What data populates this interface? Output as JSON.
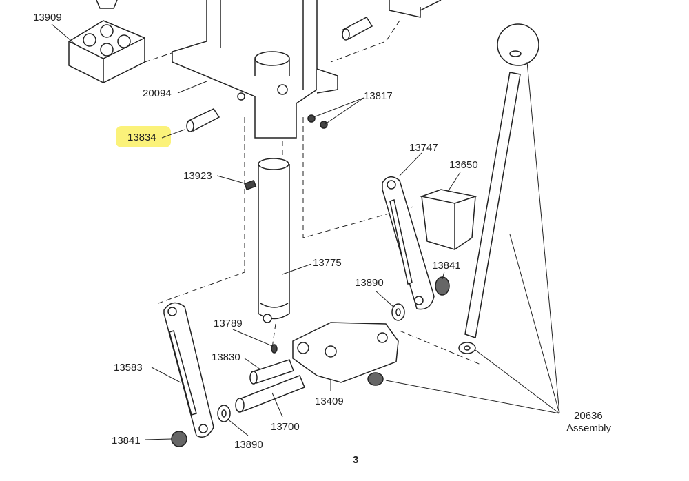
{
  "labels": {
    "p13909": "13909",
    "p20094": "20094",
    "p13834": "13834",
    "p13817": "13817",
    "p13747": "13747",
    "p13650": "13650",
    "p13923": "13923",
    "p13775": "13775",
    "p13841a": "13841",
    "p13890a": "13890",
    "p13789": "13789",
    "p13830": "13830",
    "p13583": "13583",
    "p13409": "13409",
    "p13700": "13700",
    "p13841b": "13841",
    "p13890b": "13890",
    "p20636": "20636",
    "assembly": "Assembly"
  },
  "page_number": "3",
  "highlight_color": "#fbf27a"
}
